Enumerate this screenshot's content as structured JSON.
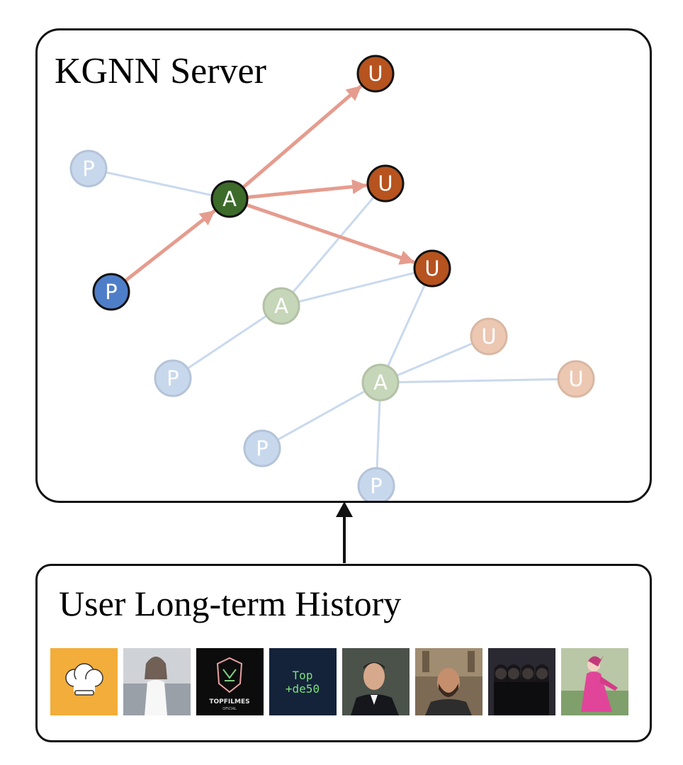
{
  "server": {
    "title": "KGNN Server",
    "colors": {
      "paper": "#4f7ec9",
      "author": "#3d6b2a",
      "user": "#b6531f",
      "active_edge": "#e59c8e",
      "faded_edge": "#c9d9ee",
      "faded_paper": "#c8d8ec",
      "faded_author": "#c6d6b8",
      "faded_user": "#ecc8b3"
    },
    "nodes": [
      {
        "id": "u1",
        "kind": "user",
        "label": "U",
        "active": true
      },
      {
        "id": "p1",
        "kind": "paper",
        "label": "P",
        "active": false
      },
      {
        "id": "a1",
        "kind": "author",
        "label": "A",
        "active": true
      },
      {
        "id": "u2",
        "kind": "user",
        "label": "U",
        "active": true
      },
      {
        "id": "u3",
        "kind": "user",
        "label": "U",
        "active": true
      },
      {
        "id": "p2",
        "kind": "paper",
        "label": "P",
        "active": true
      },
      {
        "id": "a2",
        "kind": "author",
        "label": "A",
        "active": false
      },
      {
        "id": "u4",
        "kind": "user",
        "label": "U",
        "active": false
      },
      {
        "id": "p3",
        "kind": "paper",
        "label": "P",
        "active": false
      },
      {
        "id": "a3",
        "kind": "author",
        "label": "A",
        "active": false
      },
      {
        "id": "u5",
        "kind": "user",
        "label": "U",
        "active": false
      },
      {
        "id": "p4",
        "kind": "paper",
        "label": "P",
        "active": false
      },
      {
        "id": "p5",
        "kind": "paper",
        "label": "P",
        "active": false
      }
    ],
    "edges": [
      {
        "from": "p1",
        "to": "a1",
        "active": false
      },
      {
        "from": "u2",
        "to": "a2",
        "active": false
      },
      {
        "from": "a2",
        "to": "u3",
        "active": false
      },
      {
        "from": "a2",
        "to": "p3",
        "active": false
      },
      {
        "from": "u3",
        "to": "a3",
        "active": false
      },
      {
        "from": "a3",
        "to": "u4",
        "active": false
      },
      {
        "from": "a3",
        "to": "u5",
        "active": false
      },
      {
        "from": "a3",
        "to": "p4",
        "active": false
      },
      {
        "from": "a3",
        "to": "p5",
        "active": false
      },
      {
        "from": "p2",
        "to": "a1",
        "active": true
      },
      {
        "from": "a1",
        "to": "u1",
        "active": true
      },
      {
        "from": "a1",
        "to": "u2",
        "active": true
      },
      {
        "from": "a1",
        "to": "u3",
        "active": true
      }
    ]
  },
  "history": {
    "title": "User Long-term History",
    "thumbnails": [
      {
        "name": "chef-hat-thumbnail",
        "kind": "chef-hat",
        "bg": "#f2ad3a"
      },
      {
        "name": "woman-white-dress-thumbnail",
        "kind": "person-light",
        "bg": "#cfd2d6"
      },
      {
        "name": "topfilmes-logo-thumbnail",
        "kind": "logo",
        "bg": "#0c0c0c",
        "text": "TOPFILMES",
        "subtext": "OFICIAL"
      },
      {
        "name": "top-de50-thumbnail",
        "kind": "text-tile",
        "bg": "#14233a",
        "lines": [
          "Top",
          "+de50"
        ]
      },
      {
        "name": "man-suit-thumbnail",
        "kind": "person-dark",
        "bg": "#3a3f3a"
      },
      {
        "name": "smiling-man-cathedral-thumbnail",
        "kind": "person-building",
        "bg": "#7c6a55"
      },
      {
        "name": "group-photo-thumbnail",
        "kind": "group",
        "bg": "#2a2830"
      },
      {
        "name": "pink-costume-thumbnail",
        "kind": "person-pink",
        "bg": "#b9c7a6"
      }
    ]
  }
}
